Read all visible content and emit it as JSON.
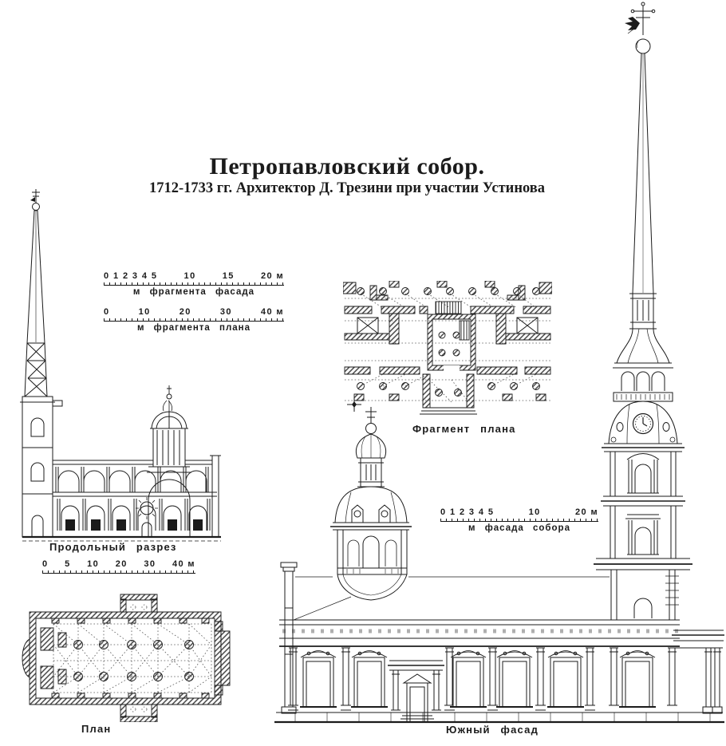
{
  "page": {
    "background": "#ffffff",
    "ink": "#1b1b1b"
  },
  "header": {
    "title": "Петропавловский собор.",
    "subtitle": "1712-1733 гг. Архитектор Д. Трезини при участии Устинова"
  },
  "scalebars": {
    "facade_fragment": {
      "numbers": [
        "0 1 2 3 4 5",
        "10",
        "15",
        "20 м"
      ],
      "label": "м фрагмента фасада"
    },
    "plan_fragment": {
      "numbers": [
        "0",
        "10",
        "20",
        "30",
        "40 м"
      ],
      "label": "м фрагмента плана"
    },
    "section": {
      "numbers": [
        "0",
        "5",
        "10",
        "20",
        "30",
        "40 м"
      ]
    },
    "cathedral_facade": {
      "numbers": [
        "0 1 2 3 4 5",
        "10",
        "20 м"
      ],
      "label": "м фасада собора"
    }
  },
  "drawings": {
    "section": {
      "caption": "Продольный разрез"
    },
    "plan": {
      "caption": "План"
    },
    "plan_fragment": {
      "caption": "Фрагмент плана"
    },
    "south_facade": {
      "caption": "Южный фасад"
    }
  }
}
